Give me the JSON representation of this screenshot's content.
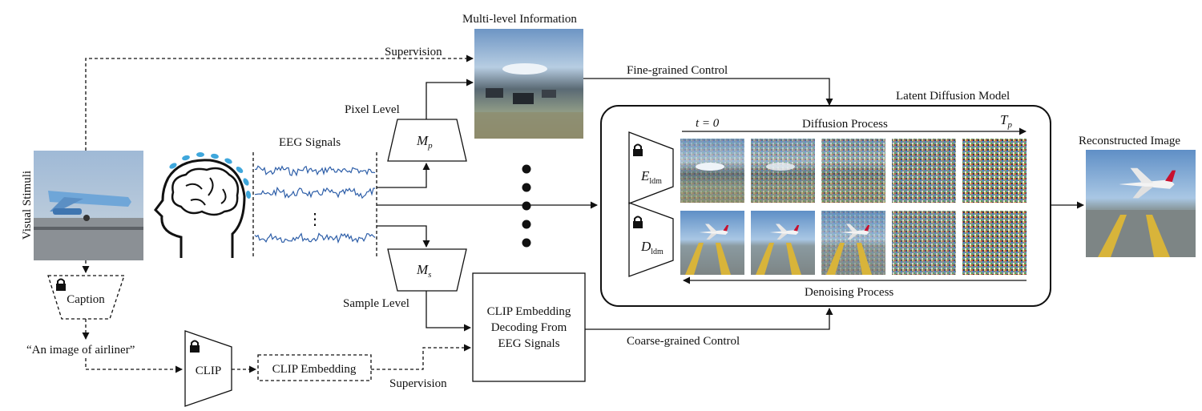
{
  "labels": {
    "multi_level_information": "Multi-level Information",
    "supervision_top": "Supervision",
    "fine_grained_control": "Fine-grained Control",
    "latent_diffusion_model": "Latent Diffusion Model",
    "pixel_level": "Pixel Level",
    "eeg_signals": "EEG Signals",
    "vertical_dots": "⋮",
    "visual_stimuli": "Visual Stimuli",
    "reconstructed_image": "Reconstructed Image",
    "t_zero": "t = 0",
    "diffusion_process": "Diffusion Process",
    "t_p": "T",
    "t_p_sub": "p",
    "e_ldm": "E",
    "e_ldm_sub": "ldm",
    "d_ldm": "D",
    "d_ldm_sub": "ldm",
    "denoising_process": "Denoising Process",
    "m_p": "M",
    "m_p_sub": "p",
    "m_s": "M",
    "m_s_sub": "s",
    "sample_level": "Sample Level",
    "caption": "Caption",
    "caption_text": "“An image of airliner”",
    "clip": "CLIP",
    "clip_embedding": "CLIP Embedding",
    "clip_decoding_line1": "CLIP Embedding",
    "clip_decoding_line2": "Decoding From",
    "clip_decoding_line3": "EEG Signals",
    "supervision_bottom": "Supervision",
    "coarse_grained_control": "Coarse-grained Control"
  },
  "colors": {
    "line": "#111111",
    "brain_dots": "#3fa7dc",
    "eeg_wave": "#2d5ea8",
    "sky": "#a9c4de",
    "runway": "#7f8a8c"
  }
}
